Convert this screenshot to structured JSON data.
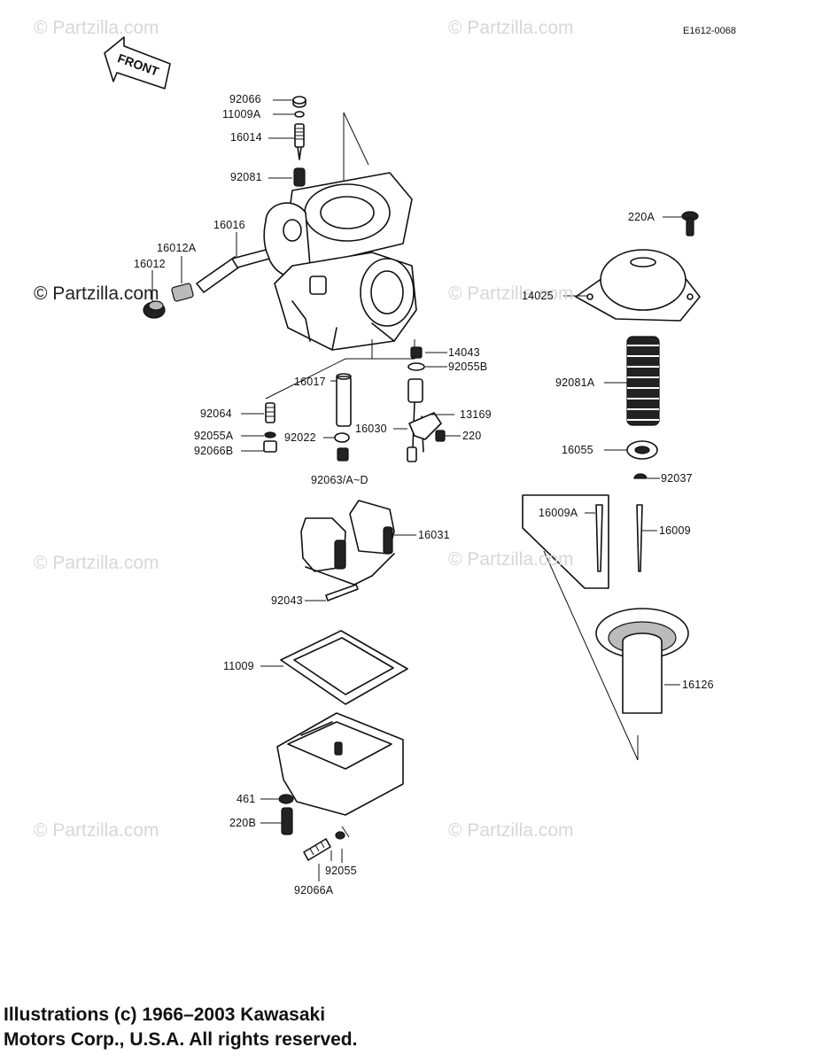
{
  "diagram": {
    "drawing_code": "E1612-0068",
    "front_label": "FRONT",
    "watermarks": {
      "wm1": "© Partzilla.com",
      "wm2": "© Partzilla.com",
      "wm3": "© Partzilla.com",
      "wm4": "© Partzilla.com",
      "wm5": "© Partzilla.com",
      "wm6": "© Partzilla.com",
      "wm7": "© Partzilla.com",
      "wm_dark": "© Partzilla.com"
    },
    "parts": {
      "p92066": "92066",
      "p11009A": "11009A",
      "p16014": "16014",
      "p92081": "92081",
      "p16016": "16016",
      "p16012A": "16012A",
      "p16012": "16012",
      "p220A": "220A",
      "p14025": "14025",
      "p14043": "14043",
      "p92055B": "92055B",
      "p16017": "16017",
      "p92081A": "92081A",
      "p92064": "92064",
      "p13169": "13169",
      "p16030": "16030",
      "p220": "220",
      "p92055A": "92055A",
      "p92022": "92022",
      "p92066B": "92066B",
      "p16055": "16055",
      "p92063": "92063/A~D",
      "p92037": "92037",
      "p16009A": "16009A",
      "p16009": "16009",
      "p16031": "16031",
      "p92043": "92043",
      "p16126": "16126",
      "p11009": "11009",
      "p461": "461",
      "p220B": "220B",
      "p92055": "92055",
      "p92066A": "92066A"
    },
    "credit_line1": "Illustrations (c) 1966–2003 Kawasaki",
    "credit_line2": "Motors Corp., U.S.A.  All rights reserved."
  }
}
